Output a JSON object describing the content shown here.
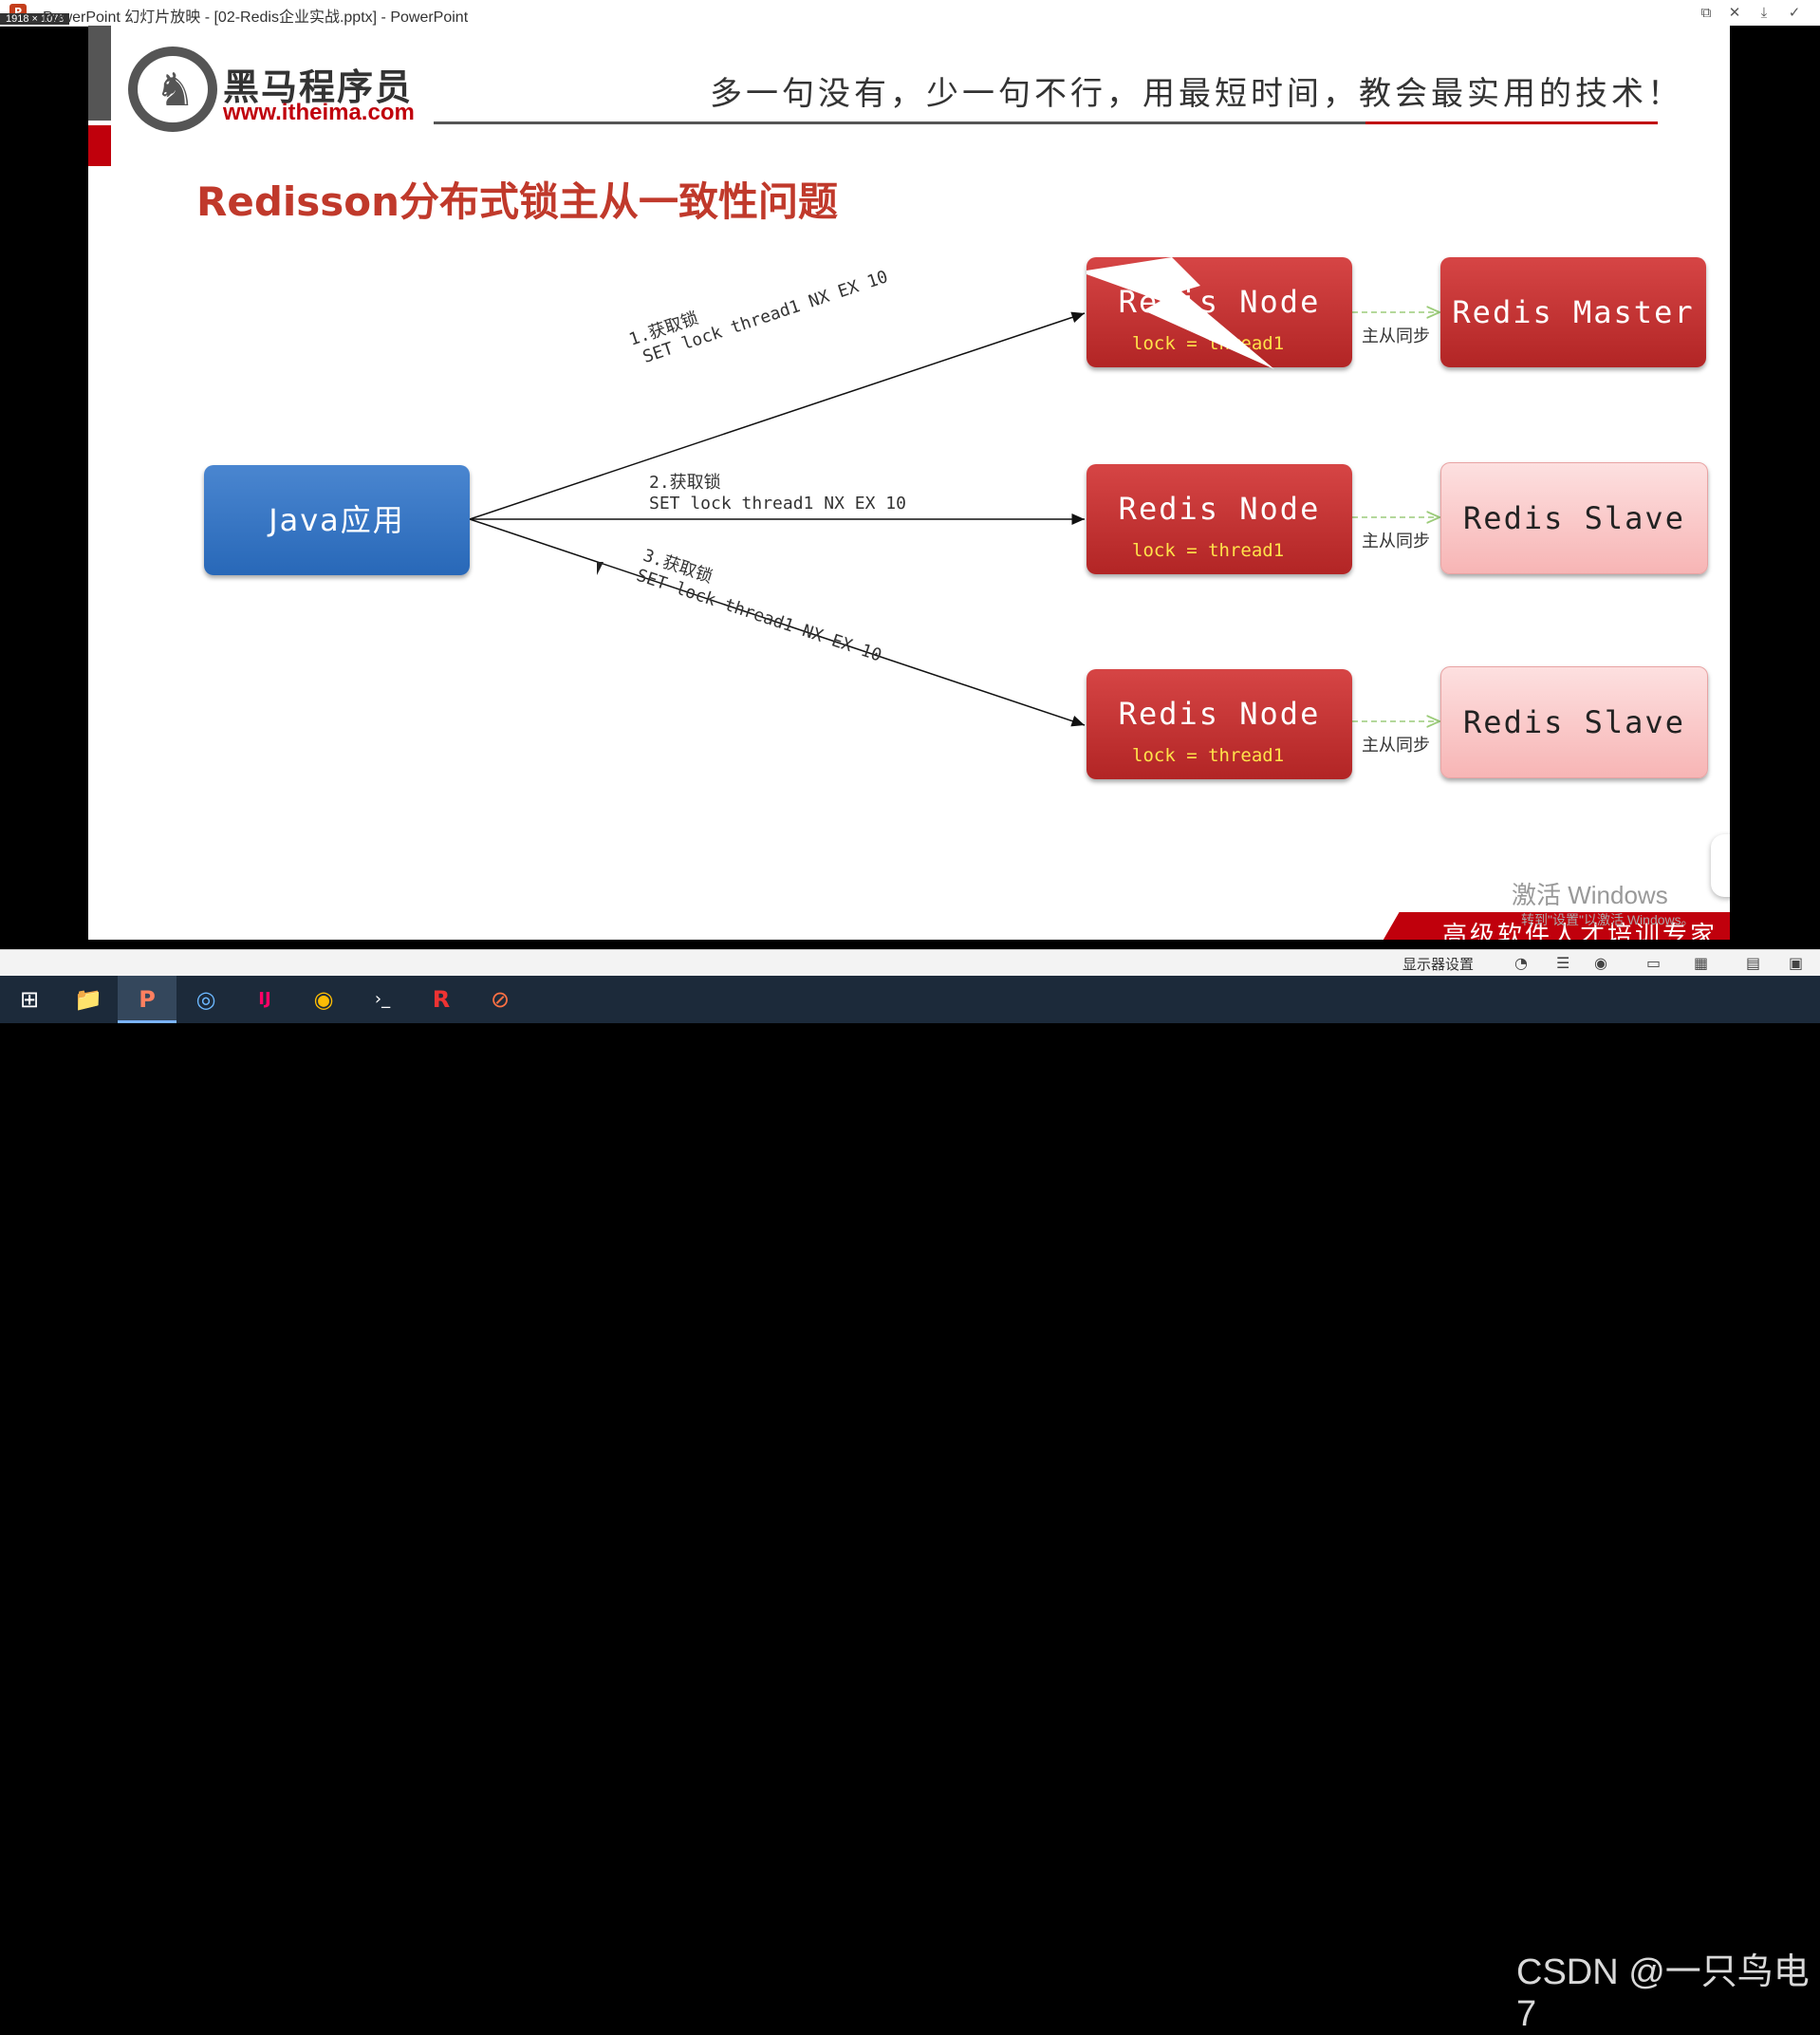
{
  "window": {
    "title": "PowerPoint 幻灯片放映 - [02-Redis企业实战.pptx] - PowerPoint",
    "dims_badge": "1918 × 1078",
    "app_icon": "P",
    "controls": [
      "⧉",
      "✕",
      "⤓",
      "✓"
    ]
  },
  "slide": {
    "brand_cn": "黑马程序员",
    "brand_url": "www.itheima.com",
    "slogan": "多一句没有，少一句不行，用最短时间，教会最实用的技术！",
    "title": "Redisson分布式锁主从一致性问题",
    "java_app": "Java应用",
    "edges": [
      {
        "step": "1.获取锁",
        "cmd": "SET lock thread1 NX EX 10"
      },
      {
        "step": "2.获取锁",
        "cmd": "SET lock thread1 NX EX 10"
      },
      {
        "step": "3.获取锁",
        "cmd": "SET lock thread1 NX EX 10"
      }
    ],
    "nodes": [
      {
        "name": "Redis Node",
        "lock": "lock = thread1"
      },
      {
        "name": "Redis Node",
        "lock": "lock = thread1"
      },
      {
        "name": "Redis Node",
        "lock": "lock = thread1"
      }
    ],
    "replicas": [
      "Redis Master",
      "Redis Slave",
      "Redis Slave"
    ],
    "sync_label": "主从同步",
    "banner": "高级软件人才培训专家",
    "activate_title": "激活 Windows",
    "activate_sub": "转到\"设置\"以激活 Windows。"
  },
  "statusbar": {
    "monitor_label": "显示器设置"
  },
  "taskbar": {
    "items": [
      "⊞",
      "📁",
      "P",
      "◎",
      "IJ",
      "◉",
      "›_",
      "R",
      "⊘"
    ]
  },
  "watermark": "CSDN @一只鸟电7",
  "colors": {
    "accent_red": "#c0000c",
    "title_red": "#c0392b",
    "node_red": "#c83232",
    "java_blue": "#3a78c4",
    "slave_pink": "#fbc9c9",
    "lock_yellow": "#ffe24a"
  }
}
